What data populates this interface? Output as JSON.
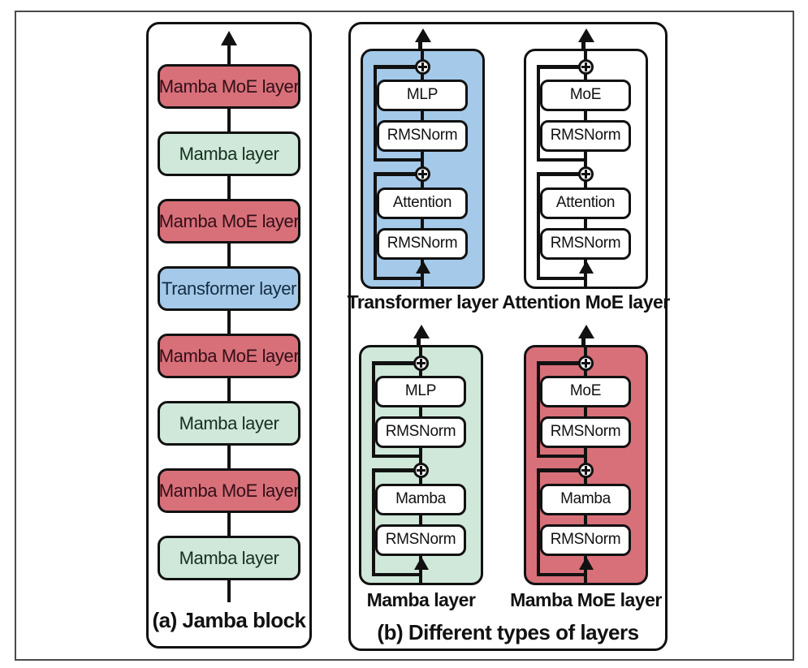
{
  "panel_a": {
    "caption": "(a) Jamba block",
    "stack": [
      {
        "label": "Mamba MoE layer",
        "type": "mamba_moe"
      },
      {
        "label": "Mamba layer",
        "type": "mamba"
      },
      {
        "label": "Mamba MoE layer",
        "type": "mamba_moe"
      },
      {
        "label": "Transformer layer",
        "type": "transformer"
      },
      {
        "label": "Mamba MoE layer",
        "type": "mamba_moe"
      },
      {
        "label": "Mamba layer",
        "type": "mamba"
      },
      {
        "label": "Mamba MoE layer",
        "type": "mamba_moe"
      },
      {
        "label": "Mamba layer",
        "type": "mamba"
      }
    ]
  },
  "panel_b": {
    "caption": "(b) Different types of layers",
    "cards": [
      {
        "label": "Transformer layer",
        "type": "transformer",
        "blocks_bottom_up": [
          "RMSNorm",
          "Attention",
          "RMSNorm",
          "MLP"
        ]
      },
      {
        "label": "Attention MoE layer",
        "type": "attention_moe",
        "blocks_bottom_up": [
          "RMSNorm",
          "Attention",
          "RMSNorm",
          "MoE"
        ]
      },
      {
        "label": "Mamba layer",
        "type": "mamba",
        "blocks_bottom_up": [
          "RMSNorm",
          "Mamba",
          "RMSNorm",
          "MLP"
        ]
      },
      {
        "label": "Mamba MoE layer",
        "type": "mamba_moe",
        "blocks_bottom_up": [
          "RMSNorm",
          "Mamba",
          "RMSNorm",
          "MoE"
        ]
      }
    ]
  },
  "colors": {
    "transformer": "#a5c9e8",
    "mamba": "#cfe8d9",
    "mamba_moe": "#d8707a",
    "attention_moe": "#ffffff",
    "line": "#111111",
    "text_on_transformer": "#132c42",
    "text_on_mamba": "#16301f",
    "text_on_mamba_moe": "#330f16",
    "text_on_attention_moe": "#111111"
  },
  "icons": {
    "plus_circle": "⊕",
    "arrow_up": "▲"
  }
}
